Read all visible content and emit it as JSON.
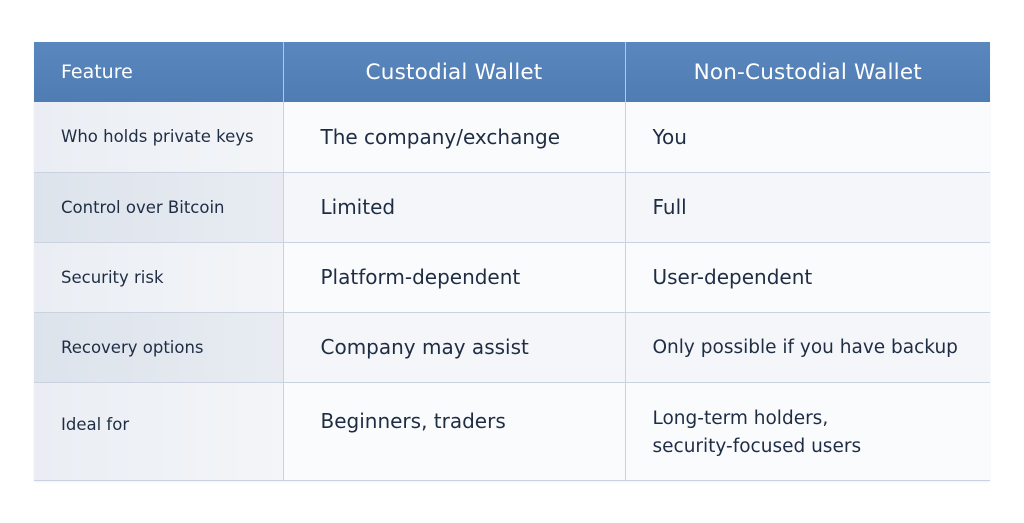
{
  "table": {
    "headers": {
      "feature": "Feature",
      "custodial": "Custodial Wallet",
      "non_custodial": "Non-Custodial Wallet"
    },
    "rows": [
      {
        "feature": "Who holds private keys",
        "custodial": "The company/exchange",
        "non_custodial": "You"
      },
      {
        "feature": "Control over Bitcoin",
        "custodial": "Limited",
        "non_custodial": "Full"
      },
      {
        "feature": "Security risk",
        "custodial": "Platform-dependent",
        "non_custodial": "User-dependent"
      },
      {
        "feature": "Recovery options",
        "custodial": "Company may assist",
        "non_custodial": "Only possible if you have backup"
      },
      {
        "feature": "Ideal for",
        "custodial": "Beginners, traders",
        "non_custodial_line1": "Long-term holders,",
        "non_custodial_line2": "security-focused users"
      }
    ]
  },
  "colors": {
    "header_bg": "#5582b9",
    "header_text": "#ffffff",
    "body_text": "#1f2d44",
    "border": "#c9d2de"
  }
}
